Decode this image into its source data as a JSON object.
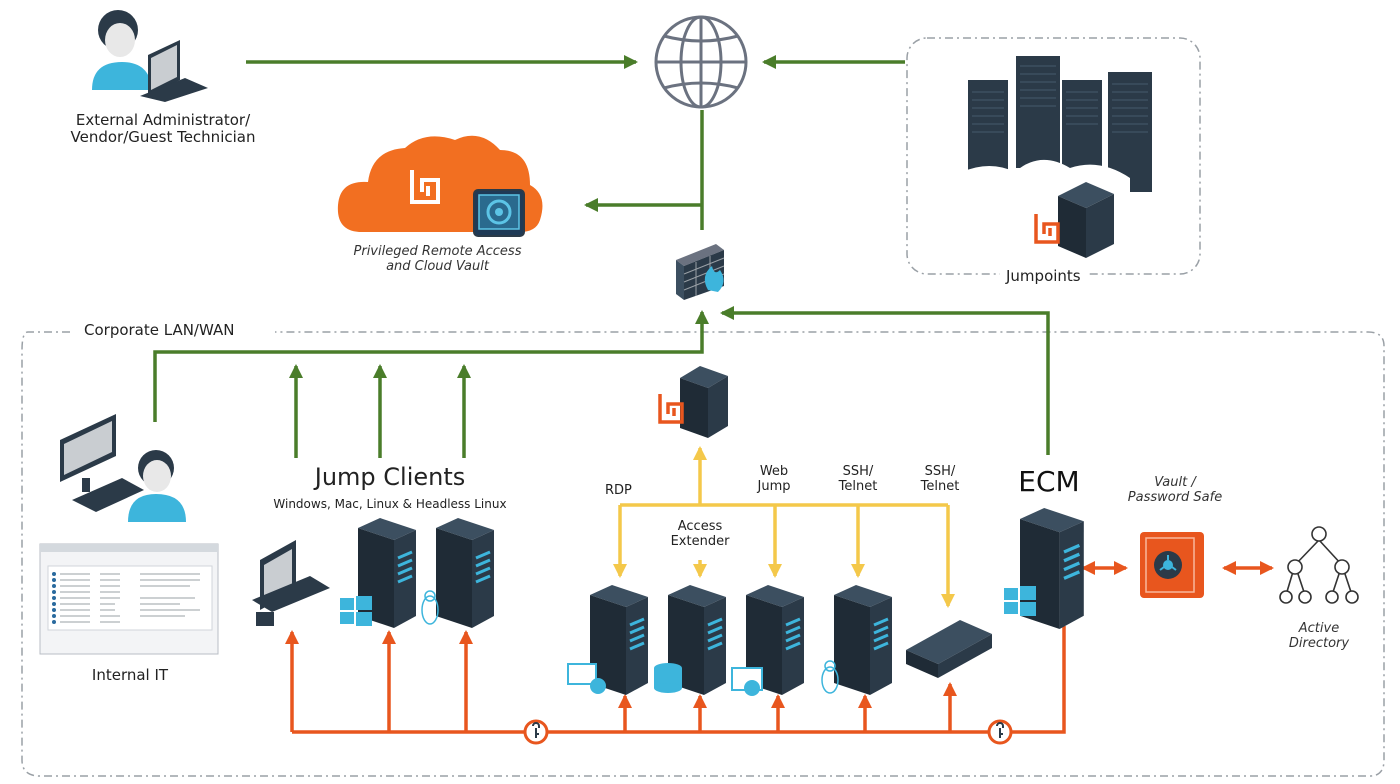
{
  "title": "Privileged Remote Access Architecture",
  "colors": {
    "green": "#4a7d2a",
    "orange": "#e8561e",
    "yellow": "#f4c84a",
    "server": "#2b3a48",
    "server_light": "#3c4f60",
    "accent_blue": "#3db5dc",
    "globe": "#6b7280",
    "boundary": "#9aa0a6"
  },
  "nodes": {
    "external_admin": {
      "label_line1": "External Administrator/",
      "label_line2": "Vendor/Guest Technician",
      "icon": "user-laptop-icon"
    },
    "internet": {
      "icon": "globe-icon"
    },
    "cloud": {
      "label_line1": "Privileged Remote Access",
      "label_line2": "and Cloud Vault",
      "icon": "cloud-icon"
    },
    "firewall": {
      "icon": "firewall-icon"
    },
    "jumpoints": {
      "label": "Jumpoints",
      "icon": "server-rack-icon"
    },
    "corporate": {
      "label": "Corporate LAN/WAN"
    },
    "internal_it": {
      "label": "Internal IT",
      "icon": "user-desktop-icon"
    },
    "jump_clients": {
      "title": "Jump Clients",
      "subtitle": "Windows, Mac, Linux & Headless Linux"
    },
    "jumpoint_local": {
      "icon": "jumpoint-server-icon"
    },
    "protocols": {
      "rdp": "RDP",
      "access_extender_line1": "Access",
      "access_extender_line2": "Extender",
      "web_jump_line1": "Web",
      "web_jump_line2": "Jump",
      "ssh1_line1": "SSH/",
      "ssh1_line2": "Telnet",
      "ssh2_line1": "SSH/",
      "ssh2_line2": "Telnet"
    },
    "ecm": {
      "label": "ECM"
    },
    "vault": {
      "label_line1": "Vault /",
      "label_line2": "Password Safe",
      "icon": "safe-icon"
    },
    "active_directory": {
      "label_line1": "Active",
      "label_line2": "Directory",
      "icon": "tree-icon"
    }
  }
}
